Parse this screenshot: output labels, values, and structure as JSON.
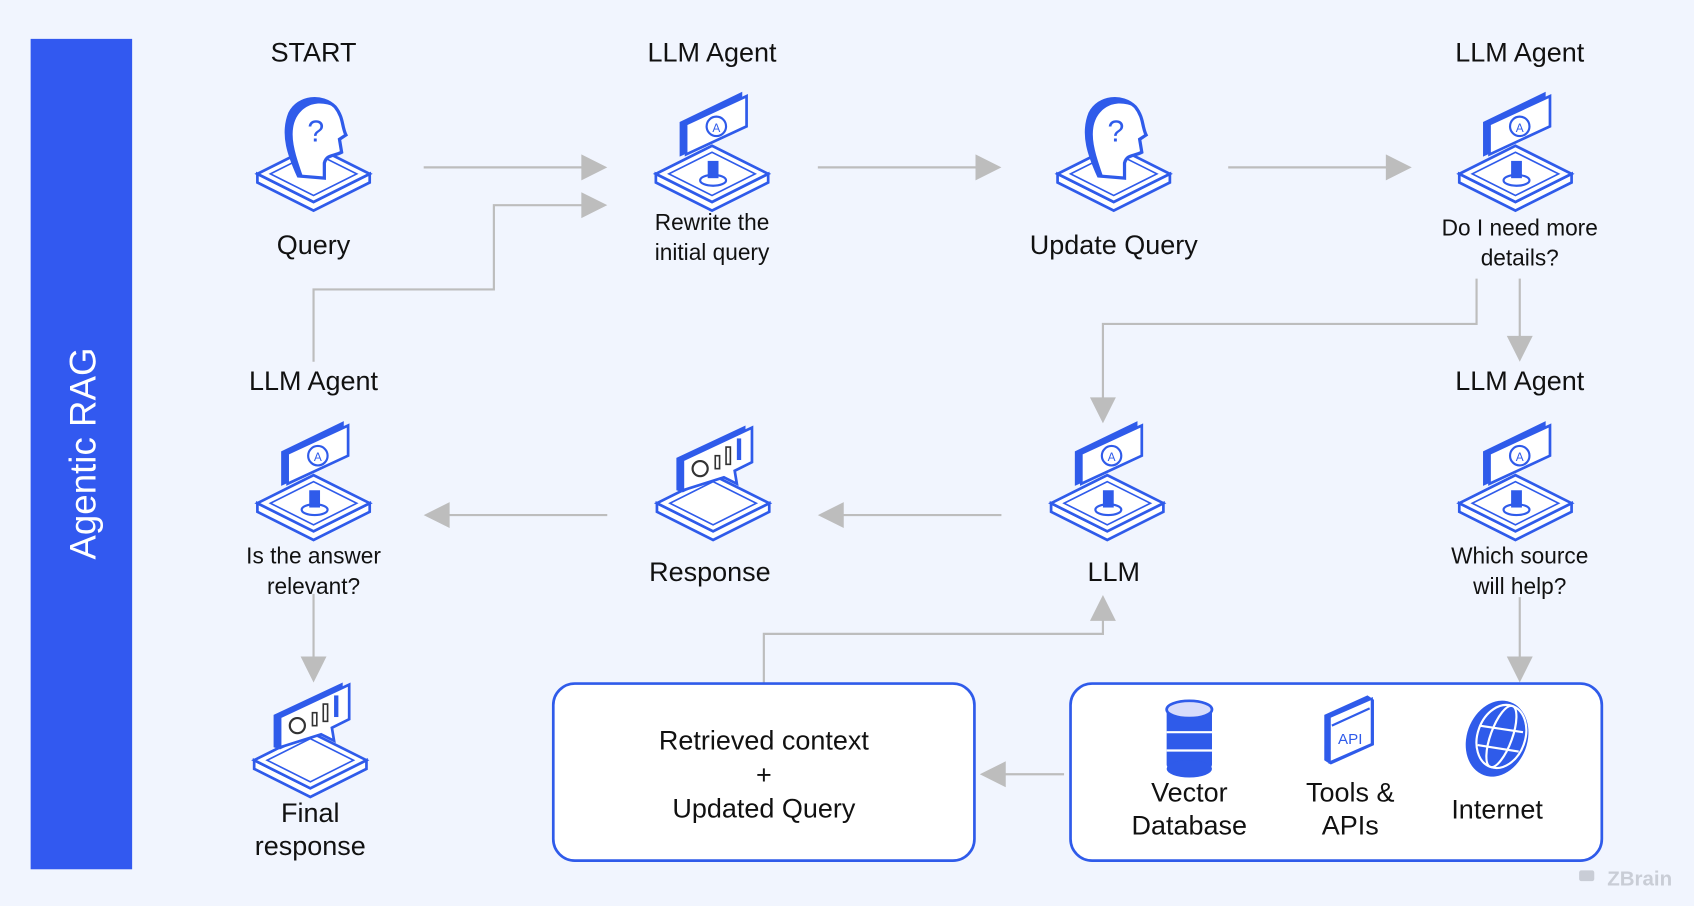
{
  "sidebar": {
    "title": "Agentic RAG",
    "color": "#3259f0"
  },
  "nodes": {
    "start": {
      "header": "START",
      "label": [
        "Query"
      ],
      "icon": "head-question-icon"
    },
    "rewrite": {
      "header": "LLM Agent",
      "label": [
        "Rewrite the",
        "initial query"
      ],
      "icon": "ai-monitor-icon"
    },
    "update": {
      "header": "",
      "label": [
        "Update Query"
      ],
      "icon": "head-question-icon"
    },
    "details": {
      "header": "LLM Agent",
      "label": [
        "Do I need more",
        "details?"
      ],
      "icon": "ai-monitor-icon"
    },
    "source": {
      "header": "LLM Agent",
      "label": [
        "Which source",
        "will help?"
      ],
      "icon": "ai-monitor-icon"
    },
    "llm": {
      "header": "",
      "label": [
        "LLM"
      ],
      "icon": "ai-monitor-icon"
    },
    "response": {
      "header": "",
      "label": [
        "Response"
      ],
      "icon": "chart-speech-icon"
    },
    "relevant": {
      "header": "LLM Agent",
      "label": [
        "Is the answer",
        "relevant?"
      ],
      "icon": "ai-monitor-icon"
    },
    "final": {
      "header": "",
      "label": [
        "Final",
        "response"
      ],
      "icon": "chart-speech-icon"
    }
  },
  "context_box": {
    "lines": [
      "Retrieved context",
      "+",
      "Updated Query"
    ]
  },
  "sources_box": {
    "items": [
      {
        "label": [
          "Vector",
          "Database"
        ],
        "icon": "database-icon"
      },
      {
        "label": [
          "Tools &",
          "APIs"
        ],
        "icon": "api-icon"
      },
      {
        "label": [
          "Internet"
        ],
        "icon": "globe-icon"
      }
    ]
  },
  "api_icon_text": "API",
  "logo": "ZBrain",
  "colors": {
    "accent": "#2f5bea",
    "arrow": "#bdbdbd",
    "background": "#f1f5fe"
  }
}
